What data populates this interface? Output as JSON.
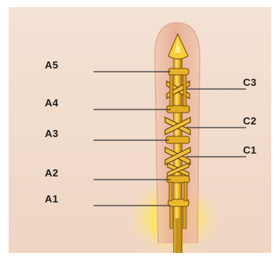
{
  "diagram": {
    "labels_left": [
      {
        "id": "A5",
        "text": "A5"
      },
      {
        "id": "A4",
        "text": "A4"
      },
      {
        "id": "A3",
        "text": "A3"
      },
      {
        "id": "A2",
        "text": "A2"
      },
      {
        "id": "A1",
        "text": "A1"
      }
    ],
    "labels_right": [
      {
        "id": "C3",
        "text": "C3"
      },
      {
        "id": "C2",
        "text": "C2"
      },
      {
        "id": "C1",
        "text": "C1"
      }
    ],
    "colors": {
      "background": "#f1dccd",
      "sheath": "#e8b49a",
      "sheath_edge": "#d99e84",
      "stem": "#e7b21c",
      "stem_light": "#ffe06a",
      "stem_dark": "#9a6a10",
      "glow": "#ffe75a",
      "leader_line": "#3a3a3a"
    }
  }
}
